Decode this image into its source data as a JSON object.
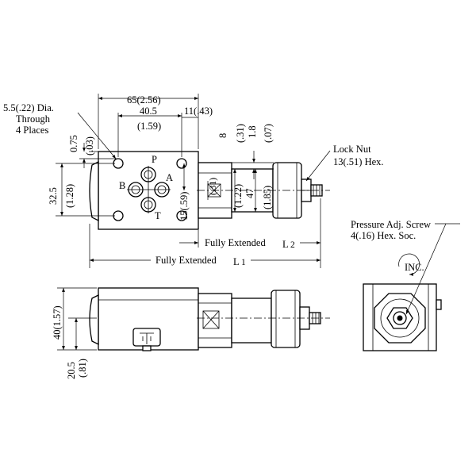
{
  "labels": {
    "hole_dia": "5.5(.22) Dia.",
    "hole_through": "Through",
    "hole_places": "4 Places",
    "dim_65": "65(2.56)",
    "dim_40_5": "40.5",
    "dim_1_59": "(1.59)",
    "dim_11": "11(.43)",
    "dim_0_75": "0.75",
    "dim_03": "(.03)",
    "dim_8": "8",
    "dim_31_a": "(.31)",
    "dim_1_8": "1.8",
    "dim_07": "(.07)",
    "dim_32_5": "32.5",
    "dim_1_28": "(1.28)",
    "dim_15": "15(.59)",
    "dim_31_b": "(.31)",
    "dim_1_22": "(1.22)",
    "dim_47": "47",
    "dim_1_85": "(1.85)",
    "port_p": "P",
    "port_a": "A",
    "port_b": "B",
    "port_t": "T",
    "lock_nut": "Lock Nut",
    "lock_nut_size": "13(.51) Hex.",
    "fully_ext_l2": "Fully Extended",
    "l2_letter": "L",
    "l2_sub": "2",
    "fully_ext_l1": "Fully Extended",
    "l1_letter": "L",
    "l1_sub": "1",
    "pressure_screw": "Pressure Adj. Screw",
    "pressure_screw_size": "4(.16) Hex. Soc.",
    "inc": "INC.",
    "dim_40": "40(1.57)",
    "dim_20_5": "20.5",
    "dim_81": "(.81)"
  }
}
